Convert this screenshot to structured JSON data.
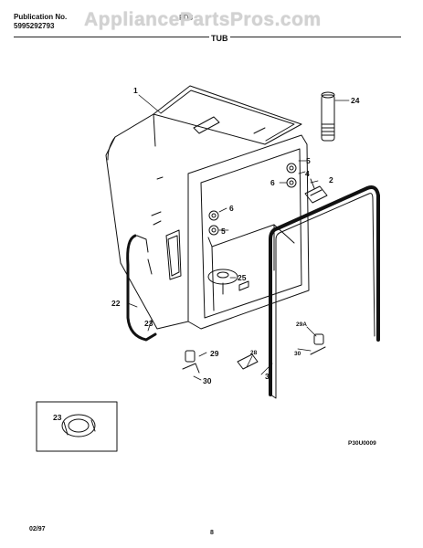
{
  "header": {
    "publication_label": "Publication No.",
    "publication_number": "5995292793",
    "model_partial": "FD8",
    "section_title": "TUB"
  },
  "watermark": {
    "text": "AppliancePartsPros.com"
  },
  "diagram": {
    "callouts": [
      "1",
      "24",
      "5",
      "4",
      "6",
      "2",
      "6",
      "5",
      "25",
      "22",
      "23",
      "29A",
      "30",
      "29",
      "28",
      "30",
      "3",
      "23"
    ],
    "diagram_code": "P30U0009"
  },
  "footer": {
    "date": "02/97",
    "page": "8"
  }
}
